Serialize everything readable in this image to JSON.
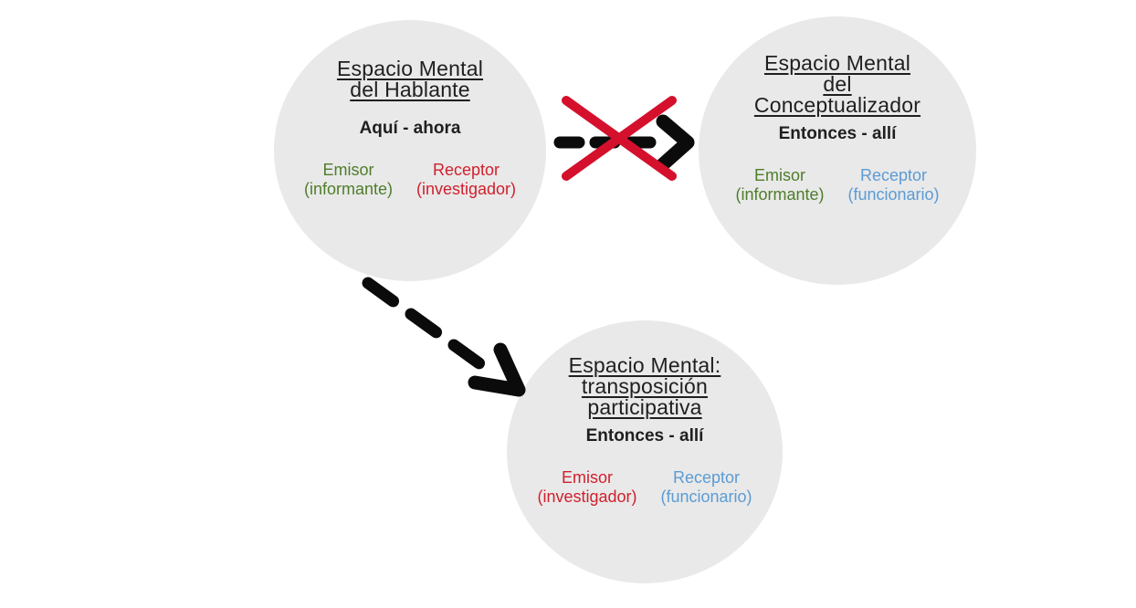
{
  "diagram": {
    "background": "#ffffff",
    "colors": {
      "circle_fill": "#e9e9e9",
      "text": "#1f1f1f",
      "arrow": "#0b0b0b",
      "cross": "#d4102d"
    },
    "circles": [
      {
        "name": "espacio-mental-del-hablante",
        "title_lines": [
          "Espacio Mental",
          "del Hablante"
        ],
        "time_label": "Aquí - ahora",
        "roles": [
          {
            "label": "Emisor",
            "sub": "(informante)",
            "color": "#4f7d2b"
          },
          {
            "label": "Receptor",
            "sub": "(investigador)",
            "color": "#d0202e"
          }
        ]
      },
      {
        "name": "espacio-mental-del-conceptualizador",
        "title_lines": [
          "Espacio Mental",
          "del",
          "Conceptualizador"
        ],
        "time_label": "Entonces - allí",
        "roles": [
          {
            "label": "Emisor",
            "sub": "(informante)",
            "color": "#4f7d2b"
          },
          {
            "label": "Receptor",
            "sub": "(funcionario)",
            "color": "#5b9bd5"
          }
        ]
      },
      {
        "name": "espacio-mental-transposicion-participativa",
        "title_lines": [
          "Espacio Mental:",
          "transposición",
          "participativa"
        ],
        "time_label": "Entonces - allí",
        "roles": [
          {
            "label": "Emisor",
            "sub": "(investigador)",
            "color": "#d0202e"
          },
          {
            "label": "Receptor",
            "sub": "(funcionario)",
            "color": "#5b9bd5"
          }
        ]
      }
    ],
    "arrows": [
      {
        "name": "blocked-transfer-arrow",
        "from": "espacio-mental-del-hablante",
        "to": "espacio-mental-del-conceptualizador",
        "style": "dashed",
        "crossed_out": true
      },
      {
        "name": "transposition-arrow",
        "from": "espacio-mental-del-hablante",
        "to": "espacio-mental-transposicion-participativa",
        "style": "dashed",
        "crossed_out": false
      }
    ]
  }
}
